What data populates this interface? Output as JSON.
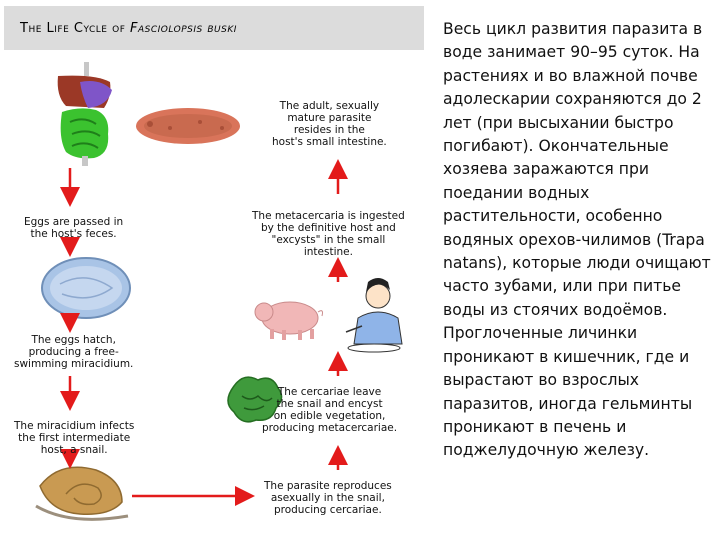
{
  "title": {
    "prefix": "The Life Cycle of ",
    "species": "Fasciolopsis buski"
  },
  "diagram": {
    "stages": {
      "adult": [
        "The adult, sexually",
        "mature parasite",
        "resides in the",
        "host's small intestine."
      ],
      "eggs_passed": [
        "Eggs are passed in",
        "the host's feces."
      ],
      "eggs_hatch": [
        "The eggs hatch,",
        "producing a free-",
        "swimming miracidium."
      ],
      "miracidium": [
        "The miracidium infects",
        "the first intermediate",
        "host, a snail."
      ],
      "metacercaria": [
        "The metacercaria is ingested",
        "by the definitive host and",
        "\"excysts\" in the small",
        "intestine."
      ],
      "cercariae": [
        "The cercariae leave",
        "the snail and encyst",
        "on edible vegetation,",
        "producing metacercariae."
      ],
      "reproduces": [
        "The parasite reproduces",
        "asexually in the snail,",
        "producing cercariae."
      ]
    },
    "colors": {
      "arrow": "#e31b1b",
      "fluke": "#d9745a",
      "egg": "#a9c4e6",
      "vegetation": "#3f9a3c",
      "snail": "#c99a52",
      "pig": "#f1b7b7",
      "intestine": "#3bc22f",
      "liver": "#9b3826",
      "stomach": "#7f55c8"
    },
    "icons": [
      "digestive-system-icon",
      "adult-fluke-icon",
      "egg-icon",
      "pig-icon",
      "person-eating-icon",
      "vegetation-icon",
      "snail-icon"
    ]
  },
  "side_text": "Весь цикл развития паразита в воде занимает 90–95 суток. На растениях и во влажной почве адолескарии сохраняются до 2 лет (при высыхании быстро погибают). Окончательные хозяева заражаются при поедании водных растительности, особенно водяных орехов-чилимов (Trapa natans), которые люди очищают часто зубами, или при питье воды из стоячих водоёмов. Проглоченные личинки проникают в кишечник, где и вырастают во взрослых паразитов, иногда гельминты проникают в печень и поджелудочную железу."
}
